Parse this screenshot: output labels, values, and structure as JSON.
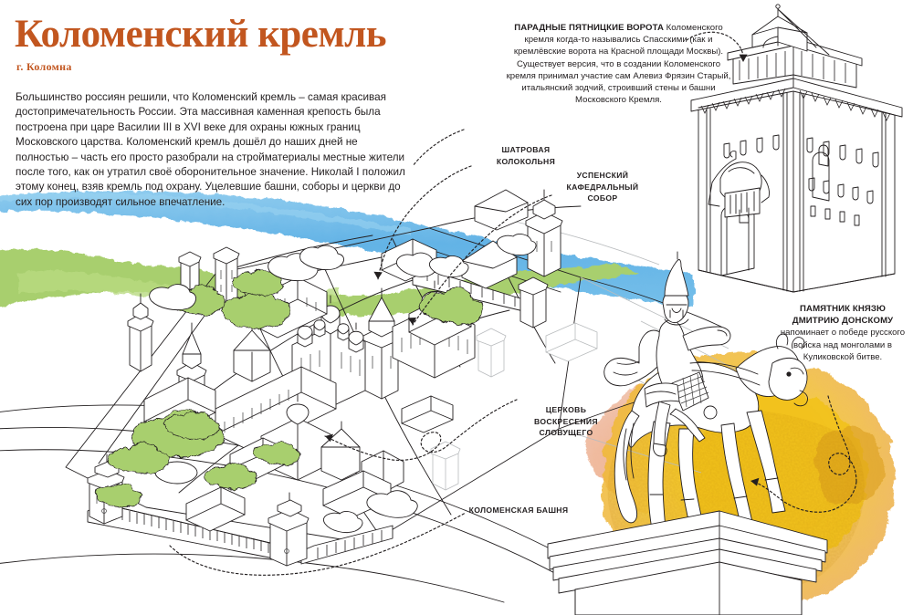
{
  "header": {
    "title": "Коломенский кремль",
    "subtitle": "г. Коломна",
    "intro": "Большинство россиян решили, что Коломенский кремль – самая красивая достопримечательность России. Эта массивная каменная крепость была построена при царе Василии III в XVI веке для охраны южных границ Московского царства. Коломенский кремль дошёл до наших дней не полностью – часть его просто разобрали на стройматериалы местные жители после того, как он утратил своё оборонительное значение. Николай I положил этому конец, взяв кремль под охрану. Уцелевшие башни, соборы и церкви до сих пор производят сильное впечатление."
  },
  "captions": {
    "gates": {
      "lead": "ПАРАДНЫЕ ПЯТНИЦКИЕ ВОРОТА",
      "body": " Коломенского кремля когда-то назывались Спасскими (как и кремлёвские ворота на Красной площади Москвы). Существует версия, что в создании Коломенского кремля принимал участие сам Алевиз Фрязин Старый, итальянский зодчий, строивший стены и башни Московского Кремля."
    },
    "monument": {
      "lead": "ПАМЯТНИК КНЯЗЮ ДМИТРИЮ ДОНСКОМУ",
      "body": " напоминает о победе русского войска над монголами в Куликовской битве."
    }
  },
  "map_labels": {
    "shatrovaya": "ШАТРОВАЯ КОЛОКОЛЬНЯ",
    "uspensky": "УСПЕНСКИЙ КАФЕДРАЛЬНЫЙ СОБОР",
    "tserkov": "ЦЕРКОВЬ ВОСКРЕСЕНИЯ СЛОВУЩЕГО",
    "kolomenskaya": "КОЛОМЕНСКАЯ БАШНЯ"
  },
  "colors": {
    "title_orange": "#c2561f",
    "water_blue": "#6cb8e8",
    "foliage_green": "#a8cf6e",
    "wash_yellow": "#f5cf28",
    "wash_orange": "#e8954a",
    "ink": "#231f20"
  },
  "illustrations": {
    "map": "isometric-line-map-of-kolomna-kremlin",
    "gate_tower": "pyatnitsky-gates-tower-line-drawing",
    "monument": "equestrian-statue-dmitry-donskoy-line-drawing"
  }
}
